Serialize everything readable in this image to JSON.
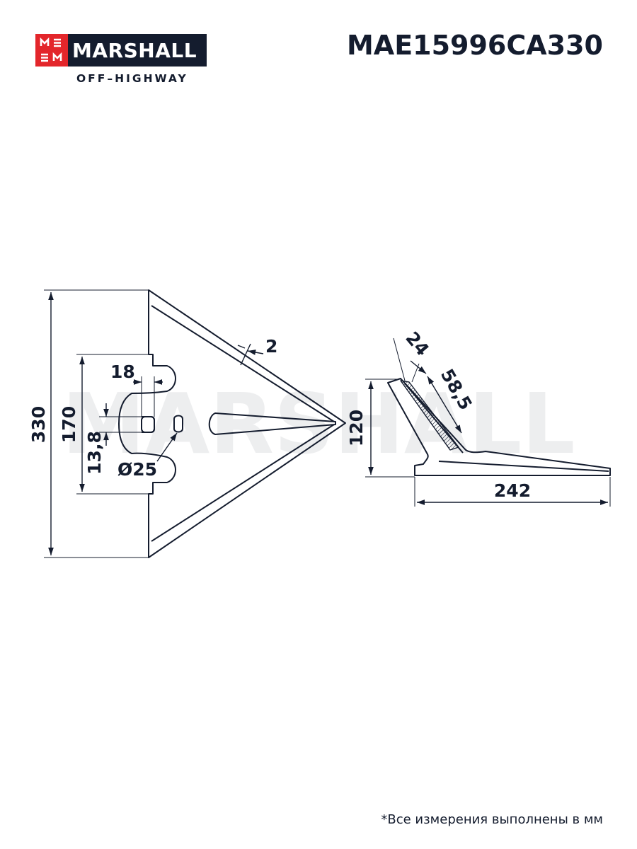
{
  "brand": {
    "logo_word": "MARSHALL",
    "logo_sub": "OFF–HIGHWAY",
    "logo_mark": "M3M-monogram-icon",
    "colors": {
      "navy": "#141c2e",
      "red": "#e3262b"
    }
  },
  "part_number": "MAE15996CA330",
  "watermark": "MARSHALL",
  "dimensions": {
    "total_width": "330",
    "mount_height": "170",
    "slot_width": "18",
    "slot_height": "13,8",
    "hole_diameter": "Ø25",
    "edge_thickness": "2",
    "shank_thickness": "24",
    "shank_length": "58,5",
    "side_height": "120",
    "side_length": "242"
  },
  "footnote": "*Все измерения выполнены в мм"
}
